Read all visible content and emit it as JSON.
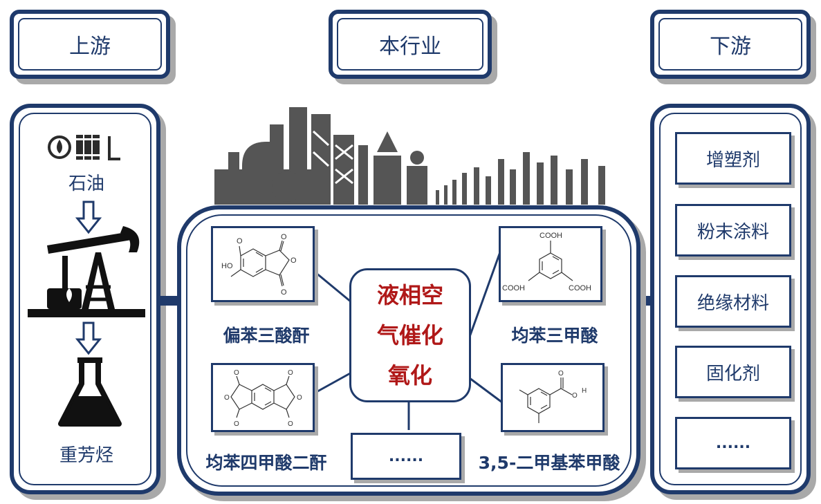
{
  "headers": {
    "upstream": "上游",
    "industry": "本行业",
    "downstream": "下游"
  },
  "upstream": {
    "oil": "石油",
    "aromatics": "重芳烃"
  },
  "center_process": {
    "line1": "液相空",
    "line2": "气催化",
    "line3": "氧化"
  },
  "products": {
    "trimellitic_anhydride": "偏苯三酸酐",
    "trimesic_acid": "均苯三甲酸",
    "pyromellitic_dianhydride": "均苯四甲酸二酐",
    "dimethylbenzoic_acid": "3,5-二甲基苯甲酸",
    "more": "......"
  },
  "chem_labels": {
    "ho": "HO",
    "o": "O",
    "cooh": "COOH",
    "h": "H"
  },
  "downstream": {
    "items": [
      "增塑剂",
      "粉末涂料",
      "绝缘材料",
      "固化剂",
      "......"
    ]
  },
  "colors": {
    "navy": "#1f3a6b",
    "red": "#b01818",
    "shadow": "#a9a9a9",
    "icon": "#2b2b2b"
  }
}
